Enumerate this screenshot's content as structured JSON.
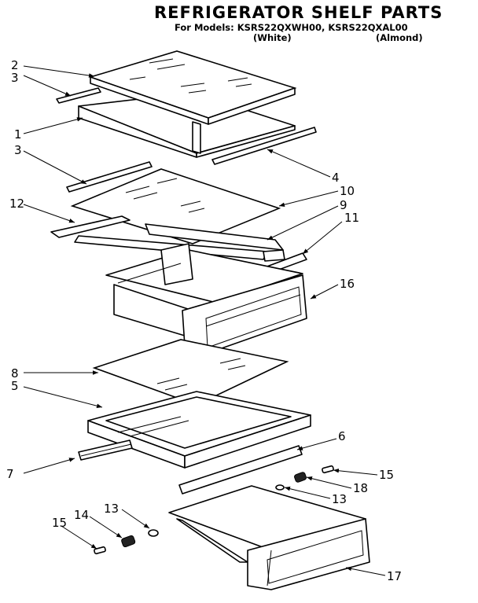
{
  "title": "REFRIGERATOR SHELF PARTS",
  "models_line": "For Models: KSRS22QXWH00, KSRS22QXAL00",
  "variants": {
    "white": "(White)",
    "almond": "(Almond)"
  },
  "callouts": [
    "2",
    "3",
    "1",
    "3",
    "4",
    "10",
    "12",
    "9",
    "11",
    "16",
    "8",
    "5",
    "6",
    "7",
    "15",
    "18",
    "13",
    "13",
    "14",
    "15",
    "17"
  ]
}
